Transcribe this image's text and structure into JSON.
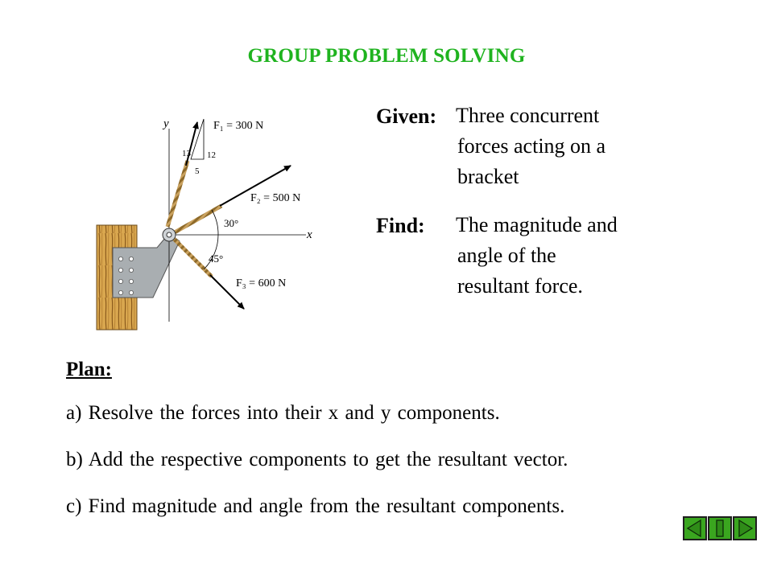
{
  "slide": {
    "title": "GROUP PROBLEM SOLVING"
  },
  "figure": {
    "y_axis": "y",
    "x_axis": "x",
    "f1_label": "F₁ = 300 N",
    "f2_label": "F₂ = 500 N",
    "f3_label": "F₃ = 600 N",
    "slope_13": "13",
    "slope_12": "12",
    "slope_5": "5",
    "angle_30": "30°",
    "angle_45": "45°"
  },
  "given": {
    "label": "Given:",
    "lines": [
      "Three concurrent",
      "forces  acting on a",
      "bracket"
    ]
  },
  "find": {
    "label": "Find:",
    "lines": [
      "The magnitude and",
      "angle of the",
      "resultant force."
    ]
  },
  "plan": {
    "heading": "Plan:",
    "steps": [
      "a) Resolve the forces into their x and y components.",
      "b) Add the respective components to get the resultant vector.",
      "c) Find magnitude and angle from the resultant components."
    ]
  },
  "nav": {
    "buttons": [
      "previous-button",
      "home-button",
      "next-button"
    ],
    "color": "#3aa61f"
  }
}
